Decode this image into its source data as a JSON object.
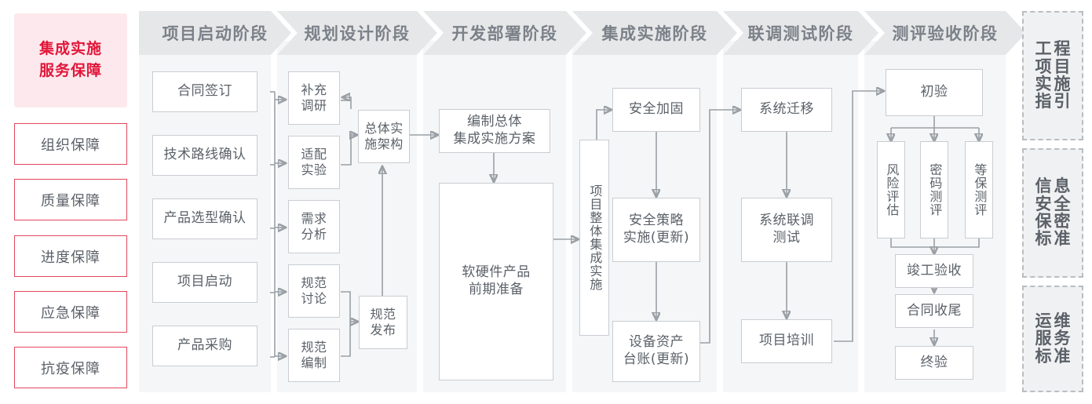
{
  "left_column": {
    "title": "集成实施\n服务保障",
    "title_lines": [
      "集成实施",
      "服务保障"
    ],
    "items": [
      {
        "label": "组织保障"
      },
      {
        "label": "质量保障"
      },
      {
        "label": "进度保障"
      },
      {
        "label": "应急保障"
      },
      {
        "label": "抗疫保障"
      }
    ]
  },
  "phases": [
    {
      "id": "phase-kickoff",
      "header": "项目启动阶段",
      "nodes": [
        {
          "id": "n-contract",
          "label": "合同签订"
        },
        {
          "id": "n-techroute",
          "label": "技术路线确认"
        },
        {
          "id": "n-prodselect",
          "label": "产品选型确认"
        },
        {
          "id": "n-kickoff",
          "label": "项目启动"
        },
        {
          "id": "n-purchase",
          "label": "产品采购"
        }
      ]
    },
    {
      "id": "phase-planning",
      "header": "规划设计阶段",
      "nodes": [
        {
          "id": "n-survey",
          "label": "补充\n调研",
          "lines": [
            "补充",
            "调研"
          ]
        },
        {
          "id": "n-adapt",
          "label": "适配\n实验",
          "lines": [
            "适配",
            "实验"
          ]
        },
        {
          "id": "n-require",
          "label": "需求\n分析",
          "lines": [
            "需求",
            "分析"
          ]
        },
        {
          "id": "n-specdisc",
          "label": "规范\n讨论",
          "lines": [
            "规范",
            "讨论"
          ]
        },
        {
          "id": "n-specmake",
          "label": "规范\n编制",
          "lines": [
            "规范",
            "编制"
          ]
        },
        {
          "id": "n-arch",
          "label": "总体实\n施架构",
          "lines": [
            "总体实",
            "施架构"
          ]
        },
        {
          "id": "n-specpub",
          "label": "规范\n发布",
          "lines": [
            "规范",
            "发布"
          ]
        }
      ]
    },
    {
      "id": "phase-deploy",
      "header": "开发部署阶段",
      "nodes": [
        {
          "id": "n-plan",
          "label": "编制总体\n集成实施方案",
          "lines": [
            "编制总体",
            "集成实施方案"
          ]
        },
        {
          "id": "n-prepare",
          "label": "软硬件产品\n前期准备",
          "lines": [
            "软硬件产品",
            "前期准备"
          ]
        }
      ]
    },
    {
      "id": "phase-integration",
      "header": "集成实施阶段",
      "nodes": [
        {
          "id": "n-overall",
          "label": "项目整体集成实施",
          "vertical": true
        },
        {
          "id": "n-harden",
          "label": "安全加固"
        },
        {
          "id": "n-secpol",
          "label": "安全策略\n实施(更新)",
          "lines": [
            "安全策略",
            "实施(更新)"
          ]
        },
        {
          "id": "n-asset",
          "label": "设备资产\n台账(更新)",
          "lines": [
            "设备资产",
            "台账(更新)"
          ]
        }
      ]
    },
    {
      "id": "phase-testing",
      "header": "联调测试阶段",
      "nodes": [
        {
          "id": "n-migrate",
          "label": "系统迁移"
        },
        {
          "id": "n-jointest",
          "label": "系统联调\n测试",
          "lines": [
            "系统联调",
            "测试"
          ]
        },
        {
          "id": "n-training",
          "label": "项目培训"
        }
      ]
    },
    {
      "id": "phase-acceptance",
      "header": "测评验收阶段",
      "nodes": [
        {
          "id": "n-firstacc",
          "label": "初验"
        },
        {
          "id": "n-risk",
          "label": "风险评估",
          "vertical": true
        },
        {
          "id": "n-crypto",
          "label": "密码测评",
          "vertical": true
        },
        {
          "id": "n-mlps",
          "label": "等保测评",
          "vertical": true
        },
        {
          "id": "n-complete",
          "label": "竣工验收"
        },
        {
          "id": "n-closeout",
          "label": "合同收尾"
        },
        {
          "id": "n-finalacc",
          "label": "终验"
        }
      ]
    }
  ],
  "standards": [
    {
      "id": "std-engineering",
      "text": "工程项目实施指引",
      "chars": [
        "工",
        "程",
        "项",
        "目",
        "实",
        "施",
        "指",
        "引"
      ]
    },
    {
      "id": "std-security",
      "text": "信息安全保密标准",
      "chars": [
        "信",
        "息",
        "安",
        "全",
        "保",
        "密",
        "标",
        "准"
      ]
    },
    {
      "id": "std-ops",
      "text": "运维服务标准",
      "chars": [
        "运",
        "维",
        "服",
        "务",
        "标",
        "准"
      ]
    }
  ],
  "colors": {
    "accent_red": "#e2163a",
    "accent_red_border": "#e2475f",
    "lead_bg": "#fde9ed",
    "phase_header_bg": "#e6e7e8",
    "phase_body_bg": "#f5f6f7",
    "node_border": "#c9cdd2",
    "text_gray": "#5b6168",
    "wire_gray": "#9aa0a6"
  }
}
